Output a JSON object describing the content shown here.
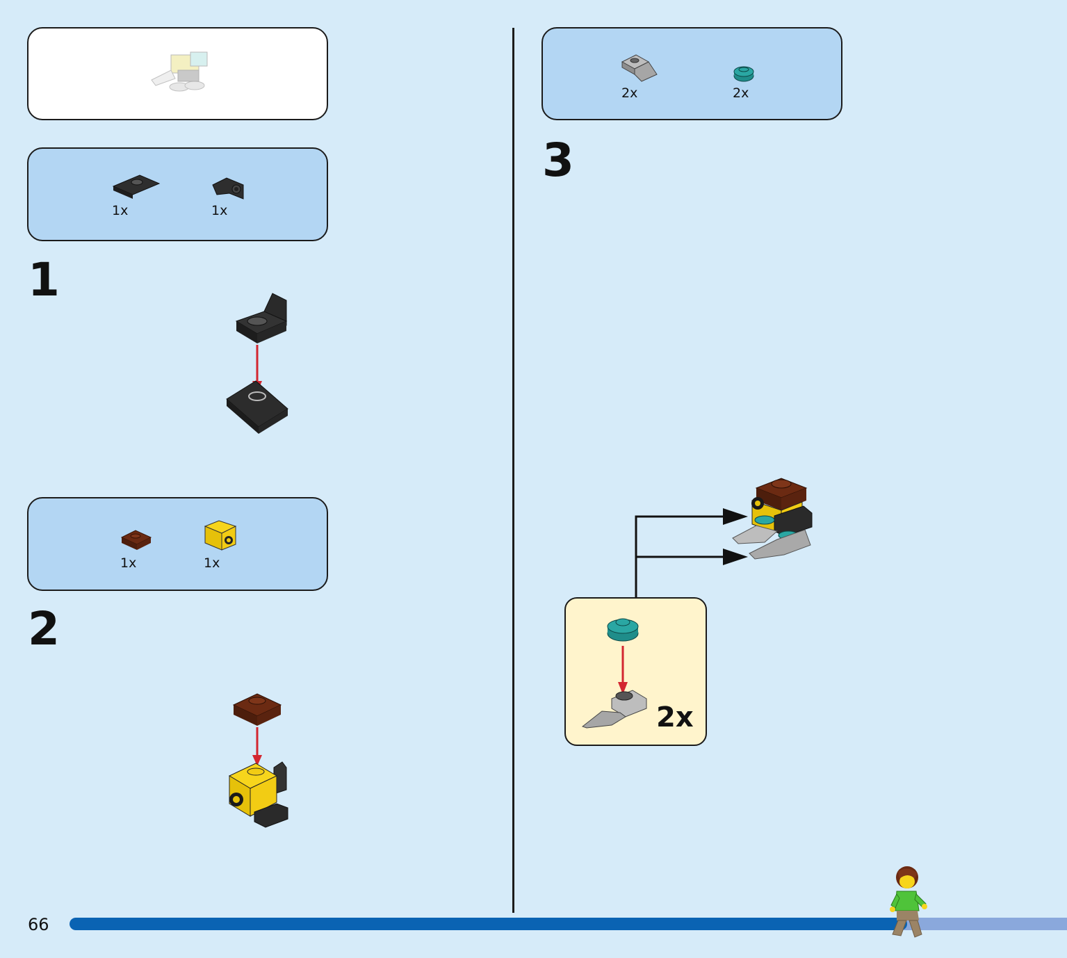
{
  "page_number": "66",
  "progress_fraction": 0.84,
  "colors": {
    "background": "#d6ebf9",
    "parts_box": "#b3d6f3",
    "callout": "#fff4cc",
    "progress_done": "#0a63b3",
    "progress_rest": "#8aa8dc",
    "arrow_red": "#d32630"
  },
  "preview": {
    "icon": "completed-model-preview"
  },
  "steps": [
    {
      "number": "1",
      "parts": [
        {
          "qty": "1x",
          "icon": "black-jumper-plate"
        },
        {
          "qty": "1x",
          "icon": "black-bracket"
        }
      ]
    },
    {
      "number": "2",
      "parts": [
        {
          "qty": "1x",
          "icon": "brown-plate-1x1"
        },
        {
          "qty": "1x",
          "icon": "yellow-brick-with-stud-side"
        }
      ]
    },
    {
      "number": "3",
      "parts": [
        {
          "qty": "2x",
          "icon": "grey-wedge-tip-plate"
        },
        {
          "qty": "2x",
          "icon": "teal-round-plate"
        }
      ]
    }
  ],
  "callout": {
    "multiplier": "2x"
  }
}
